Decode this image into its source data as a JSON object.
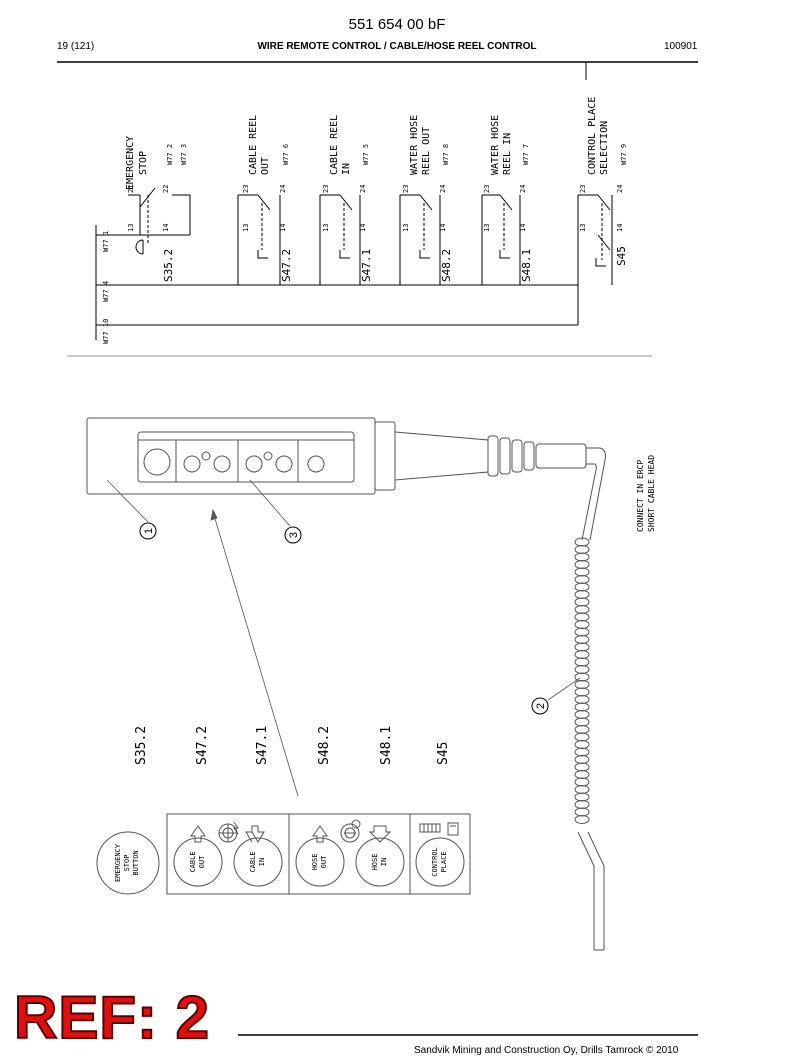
{
  "header": {
    "doc_number": "551 654 00 bF",
    "page": "19 (121)",
    "title": "WIRE REMOTE CONTROL / CABLE/HOSE REEL CONTROL",
    "date": "100901"
  },
  "schematic": {
    "columns": [
      {
        "id": "s35",
        "l1": "EMERGENCY",
        "l2": "STOP",
        "t1": "21",
        "t2": "22",
        "b1": "13",
        "b2": "14",
        "wire": "W77  3",
        "wire2": "W77  2",
        "label": "S35.2"
      },
      {
        "id": "s472",
        "l1": "CABLE REEL",
        "l2": "OUT",
        "t1": "23",
        "t2": "24",
        "b1": "13",
        "b2": "14",
        "wire": "W77  6",
        "label": "S47.2"
      },
      {
        "id": "s471",
        "l1": "CABLE REEL",
        "l2": "IN",
        "t1": "23",
        "t2": "24",
        "b1": "13",
        "b2": "14",
        "wire": "W77  5",
        "label": "S47.1"
      },
      {
        "id": "s482",
        "l1": "WATER HOSE",
        "l2": "REEL OUT",
        "t1": "23",
        "t2": "24",
        "b1": "13",
        "b2": "14",
        "wire": "W77  8",
        "label": "S48.2"
      },
      {
        "id": "s481",
        "l1": "WATER HOSE",
        "l2": "REEL IN",
        "t1": "23",
        "t2": "24",
        "b1": "13",
        "b2": "14",
        "wire": "W77  7",
        "label": "S48.1"
      },
      {
        "id": "s45",
        "l1": "CONTROL PLACE",
        "l2": "SELECTION",
        "t1": "23",
        "t2": "24",
        "b1": "13",
        "b2": "14",
        "wire": "W77  9",
        "label": "S45"
      }
    ],
    "bus_wires": [
      "W77 1",
      "W77 4",
      "W77 10"
    ]
  },
  "drawing": {
    "callouts": [
      "1",
      "2",
      "3"
    ],
    "cable_note_1": "CONNECT IN ERCP",
    "cable_note_2": "SHORT CABLE HEAD",
    "switch_labels": [
      "S35.2",
      "S47.2",
      "S47.1",
      "S48.2",
      "S48.1",
      "S45"
    ]
  },
  "panel": {
    "estop_1": "EMERGENCY",
    "estop_2": "STOP",
    "estop_3": "BUTTON",
    "cable_out_1": "CABLE",
    "cable_out_2": "OUT",
    "cable_in_1": "CABLE",
    "cable_in_2": "IN",
    "hose_out_1": "HOSE",
    "hose_out_2": "OUT",
    "hose_in_1": "HOSE",
    "hose_in_2": "IN",
    "control_1": "CONTROL",
    "control_2": "PLACE"
  },
  "stamp": "REF: 2",
  "footer": "Sandvik Mining and Construction Oy, Drills Tamrock © 2010"
}
